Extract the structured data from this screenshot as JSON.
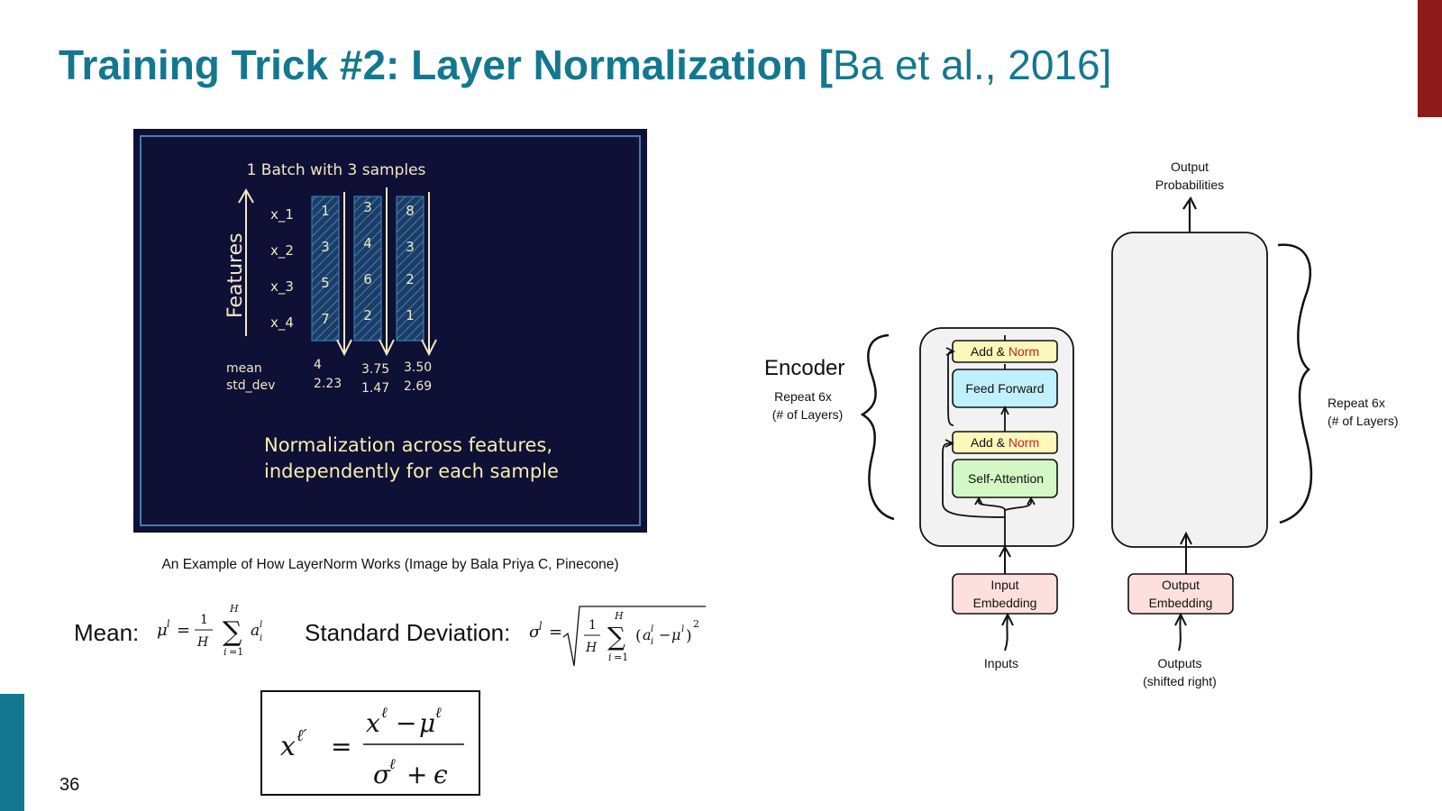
{
  "slide": {
    "title_bold": "Training Trick #2: Layer Normalization [",
    "title_light": "Ba et al., 2016]",
    "page_number": "36",
    "colors": {
      "title": "#13788f",
      "accent_top": "#8e1a1a",
      "accent_left": "#13788f",
      "blackboard": "#0e1036"
    }
  },
  "blackboard": {
    "heading": "1 Batch with 3 samples",
    "axis_label": "Features",
    "rows": [
      "x_1",
      "x_2",
      "x_3",
      "x_4"
    ],
    "columns": [
      {
        "values": [
          "1",
          "3",
          "5",
          "7"
        ],
        "mean": "4",
        "std": "2.23"
      },
      {
        "values": [
          "3",
          "4",
          "6",
          "2"
        ],
        "mean": "3.75",
        "std": "1.47"
      },
      {
        "values": [
          "8",
          "3",
          "2",
          "1"
        ],
        "mean": "3.50",
        "std": "2.69"
      }
    ],
    "mean_label": "mean",
    "std_label": "std_dev",
    "note_line1": "Normalization across features,",
    "note_line2": "independently for each sample"
  },
  "caption": "An Example of How LayerNorm Works (Image by Bala Priya C, Pinecone)",
  "equations": {
    "mean_label": "Mean:",
    "std_label": "Standard Deviation:"
  },
  "diagram": {
    "output_probs_line1": "Output",
    "output_probs_line2": "Probabilities",
    "encoder_label": "Encoder",
    "repeat_left_line1": "Repeat 6x",
    "repeat_left_line2": "(# of Layers)",
    "repeat_right_line1": "Repeat 6x",
    "repeat_right_line2": "(# of Layers)",
    "addnorm_add": "Add & ",
    "addnorm_norm": "Norm",
    "feed_forward": "Feed Forward",
    "self_attention": "Self-Attention",
    "input_emb_line1": "Input",
    "input_emb_line2": "Embedding",
    "output_emb_line1": "Output",
    "output_emb_line2": "Embedding",
    "inputs": "Inputs",
    "outputs_line1": "Outputs",
    "outputs_line2": "(shifted right)",
    "colors": {
      "addnorm": "#fbf8b9",
      "feedforward": "#bff0fb",
      "selfattn": "#d3f7c5",
      "embedding": "#fde0dd",
      "block": "#f2f2f2",
      "norm": "#cc2222"
    }
  }
}
